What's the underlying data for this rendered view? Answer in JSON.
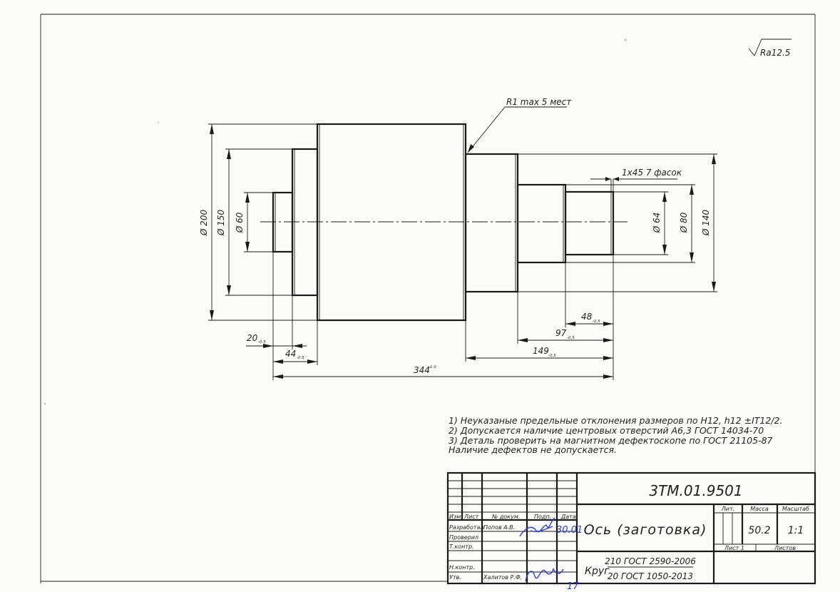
{
  "roughness": "Ra12.5",
  "callouts": {
    "fillet": "R1 max 5 мест",
    "chamfer": "1x45 7 фасок"
  },
  "diameters": {
    "d200": "Ø 200",
    "d150": "Ø 150",
    "d60": "Ø 60",
    "d64": "Ø 64",
    "d80": "Ø 80",
    "d140": "Ø 140"
  },
  "lengths": {
    "l20": "20",
    "l20_tol": "-0.5",
    "l44": "44",
    "l44_tol": "-0.5",
    "l344": "344",
    "l344_tol": "-1.0",
    "l48": "48",
    "l48_tol": "-0.5",
    "l97": "97",
    "l97_tol": "-0.5",
    "l149": "149",
    "l149_tol": "-0.5"
  },
  "notes": [
    "1) Неуказаные предельные отклонения  размеров по H12, h12  ±IT12/2.",
    "2) Допускается наличие центровых отверстий А6,3 ГОСТ 14034-70",
    "3) Деталь проверить на магнитном дефектоскопе по ГОСТ 21105-87",
    "Наличие дефектов не допускается."
  ],
  "title_block": {
    "doc_number": "3ТМ.01.9501",
    "part_name": "Ось (заготовка)",
    "material_top": "210 ГОСТ 2590-2006",
    "material_prefix": "Круг",
    "material_bottom": "20 ГОСТ 1050-2013",
    "headers": {
      "lit": "Лит.",
      "mass": "Масса",
      "scale": "Масштаб",
      "sheet": "Лист 1",
      "sheets": "Листов"
    },
    "mass_value": "50.2",
    "scale_value": "1:1",
    "col_headers": {
      "izm": "Изм.",
      "list": "Лист",
      "doc": "№ докум.",
      "sign": "Подп.",
      "date": "Дата"
    },
    "roles": {
      "developer": "Разработал",
      "checked": "Проверил",
      "tcontrol": "Т.контр.",
      "ncontrol": "Н.контр.",
      "approved": "Утв."
    },
    "names": {
      "developer": "Попов А.В.",
      "approved": "Халитов Р.Ф."
    },
    "dates": {
      "developer": "30.01",
      "approved": "17"
    }
  }
}
